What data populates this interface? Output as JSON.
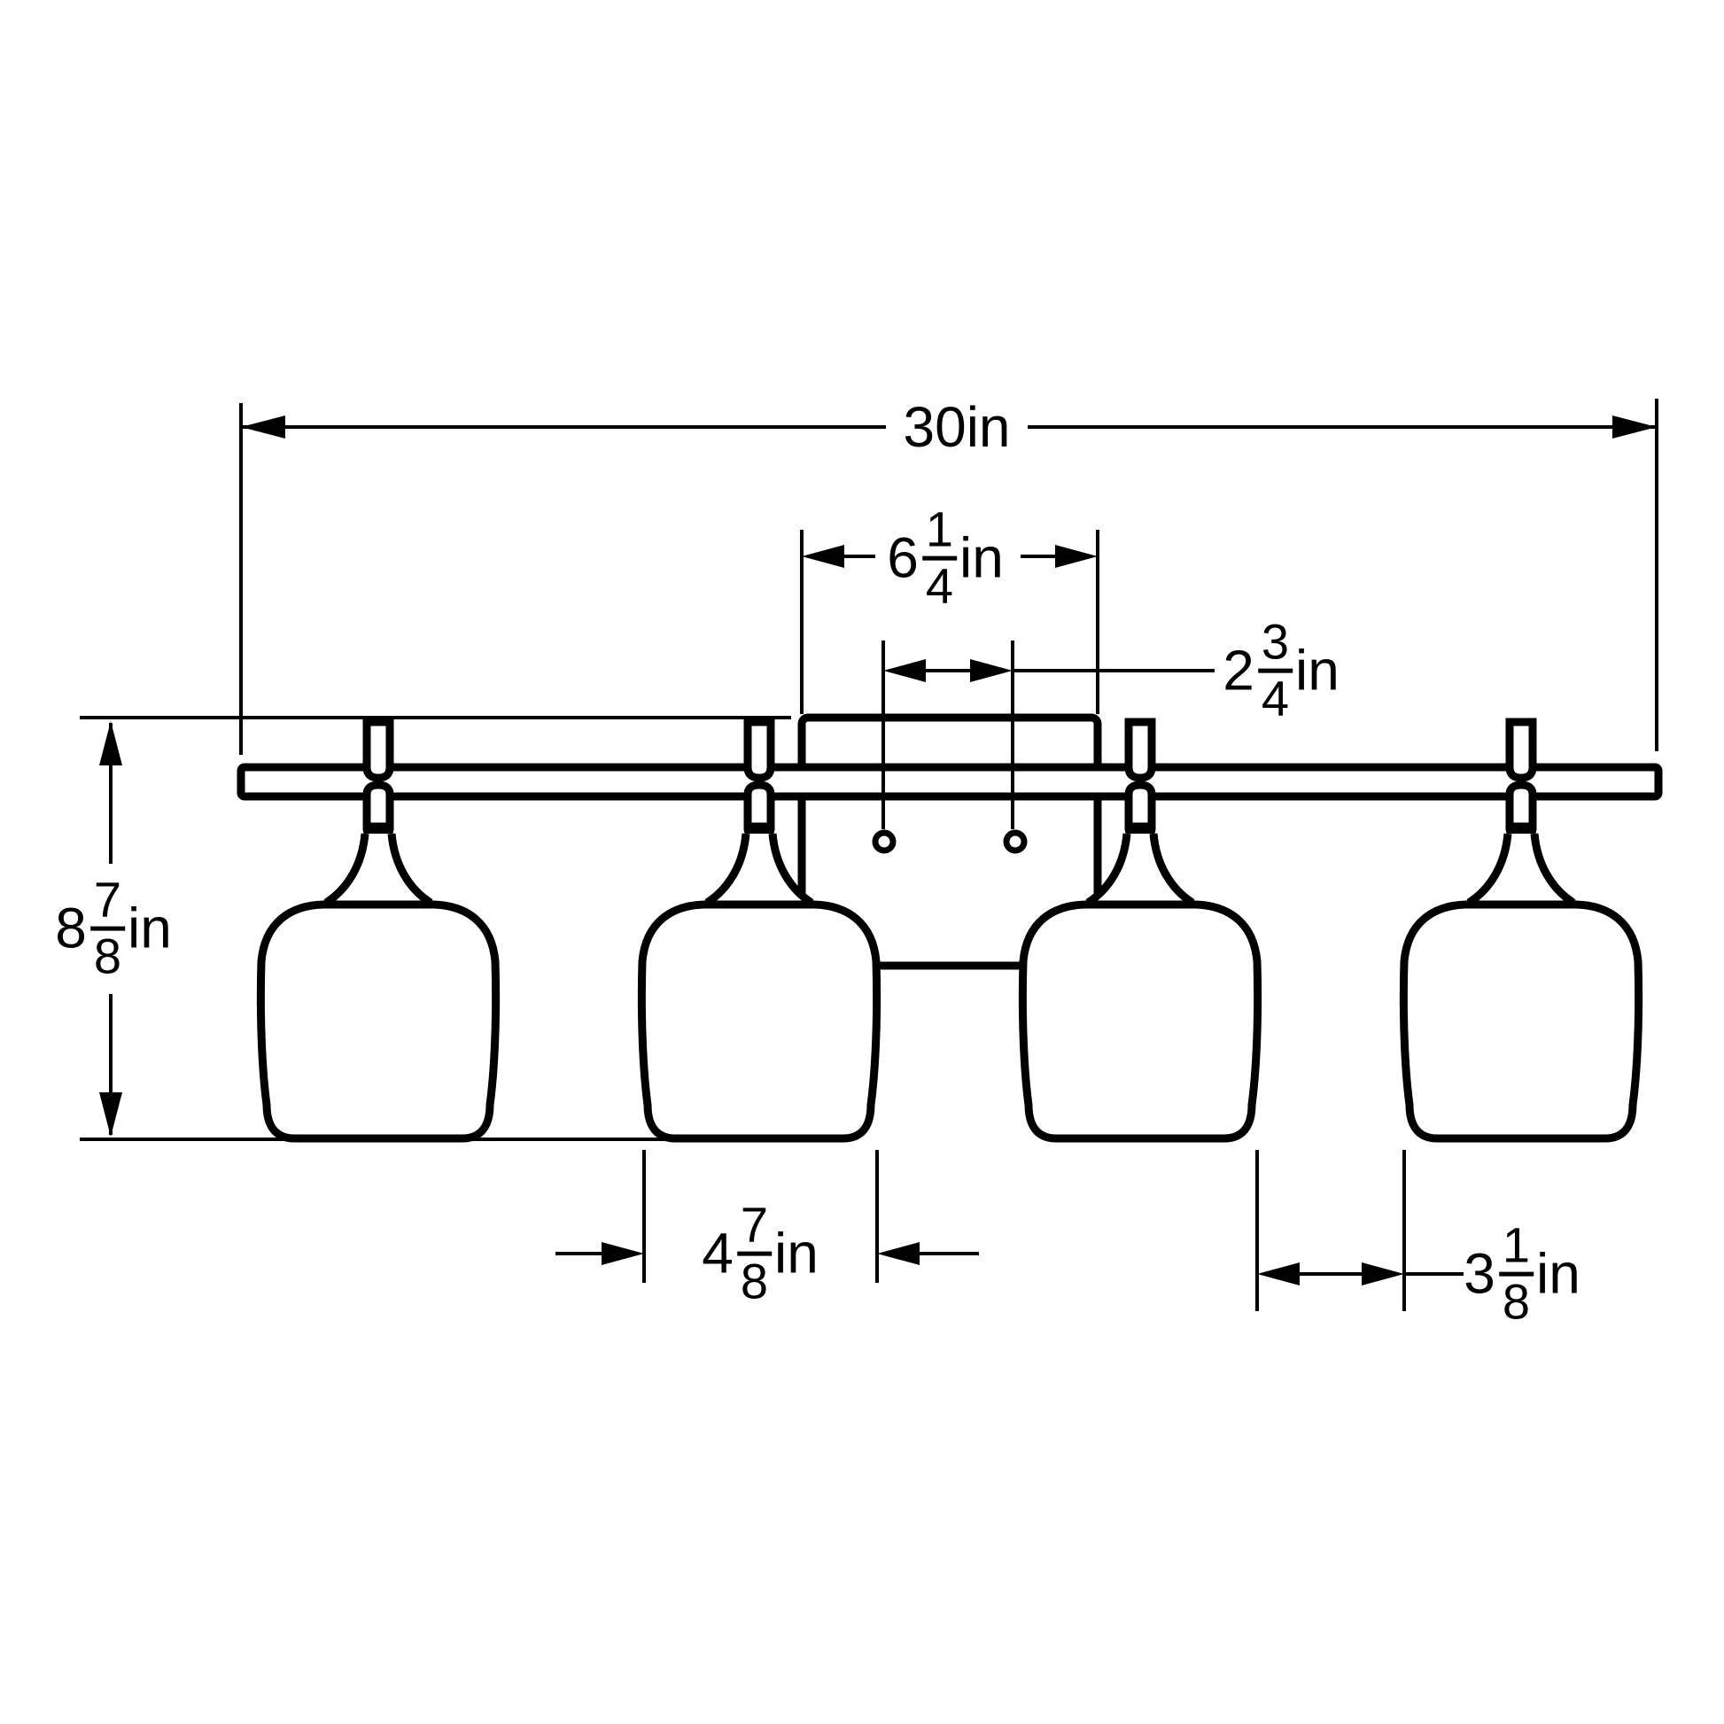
{
  "diagram": {
    "title": "4-light vanity fixture dimension drawing",
    "type": "line-drawing",
    "background_color": "#ffffff",
    "line_color": "#000000",
    "unit": "in",
    "counts": {
      "shades": 4,
      "posts": 4,
      "mounting_holes": 2
    },
    "dimensions": {
      "overall_width": {
        "whole": "30",
        "num": "",
        "den": "",
        "unit": "in",
        "value_in": 30
      },
      "backplate_width": {
        "whole": "6",
        "num": "1",
        "den": "4",
        "unit": "in",
        "value_in": 6.25
      },
      "hole_spacing": {
        "whole": "2",
        "num": "3",
        "den": "4",
        "unit": "in",
        "value_in": 2.75
      },
      "overall_height": {
        "whole": "8",
        "num": "7",
        "den": "8",
        "unit": "in",
        "value_in": 8.875
      },
      "shade_width": {
        "whole": "4",
        "num": "7",
        "den": "8",
        "unit": "in",
        "value_in": 4.875
      },
      "shade_gap": {
        "whole": "3",
        "num": "1",
        "den": "8",
        "unit": "in",
        "value_in": 3.125
      }
    }
  }
}
